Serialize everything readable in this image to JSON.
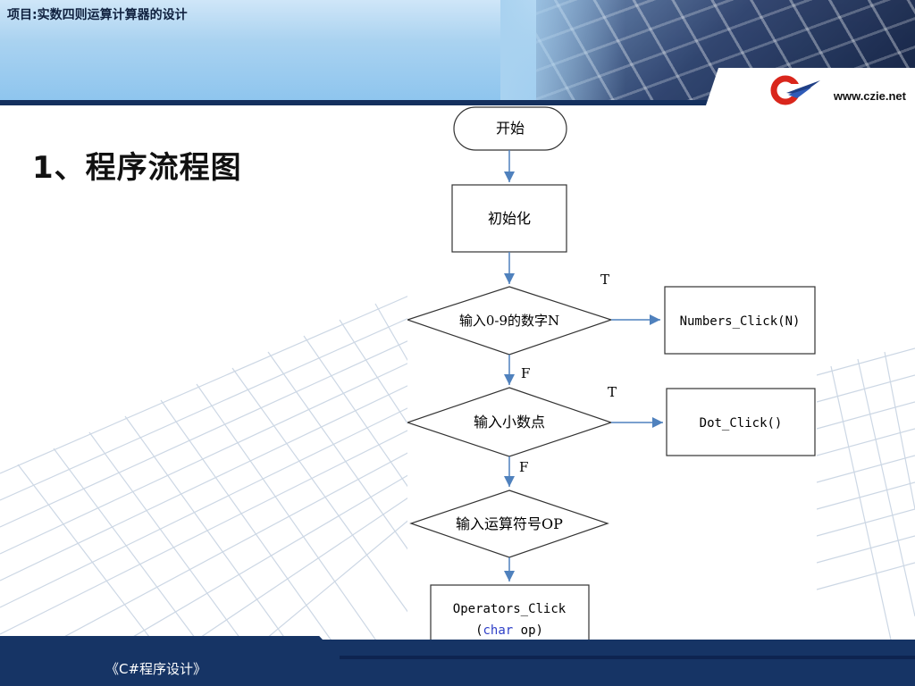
{
  "header": {
    "project_title": "项目:实数四则运算计算器的设计",
    "site_url": "www.czie.net",
    "logo_icon": "czie-logo-icon"
  },
  "page_title": "1、程序流程图",
  "flowchart": {
    "start": "开始",
    "init": "初始化",
    "decision_digits": "输入0-9的数字N",
    "action_digits": "Numbers_Click(N)",
    "decision_dot": "输入小数点",
    "action_dot": "Dot_Click()",
    "decision_op": "输入运算符号OP",
    "action_op_line1": "Operators_Click",
    "action_op_kw": "char",
    "action_op_param": " op)",
    "action_op_open": "(",
    "true_label": "T",
    "false_label": "F",
    "colors": {
      "arrow": "#4f81bd",
      "keyword": "#2e3fc7",
      "line": "#333333"
    }
  },
  "footer": {
    "course_name": "《C#程序设计》"
  }
}
